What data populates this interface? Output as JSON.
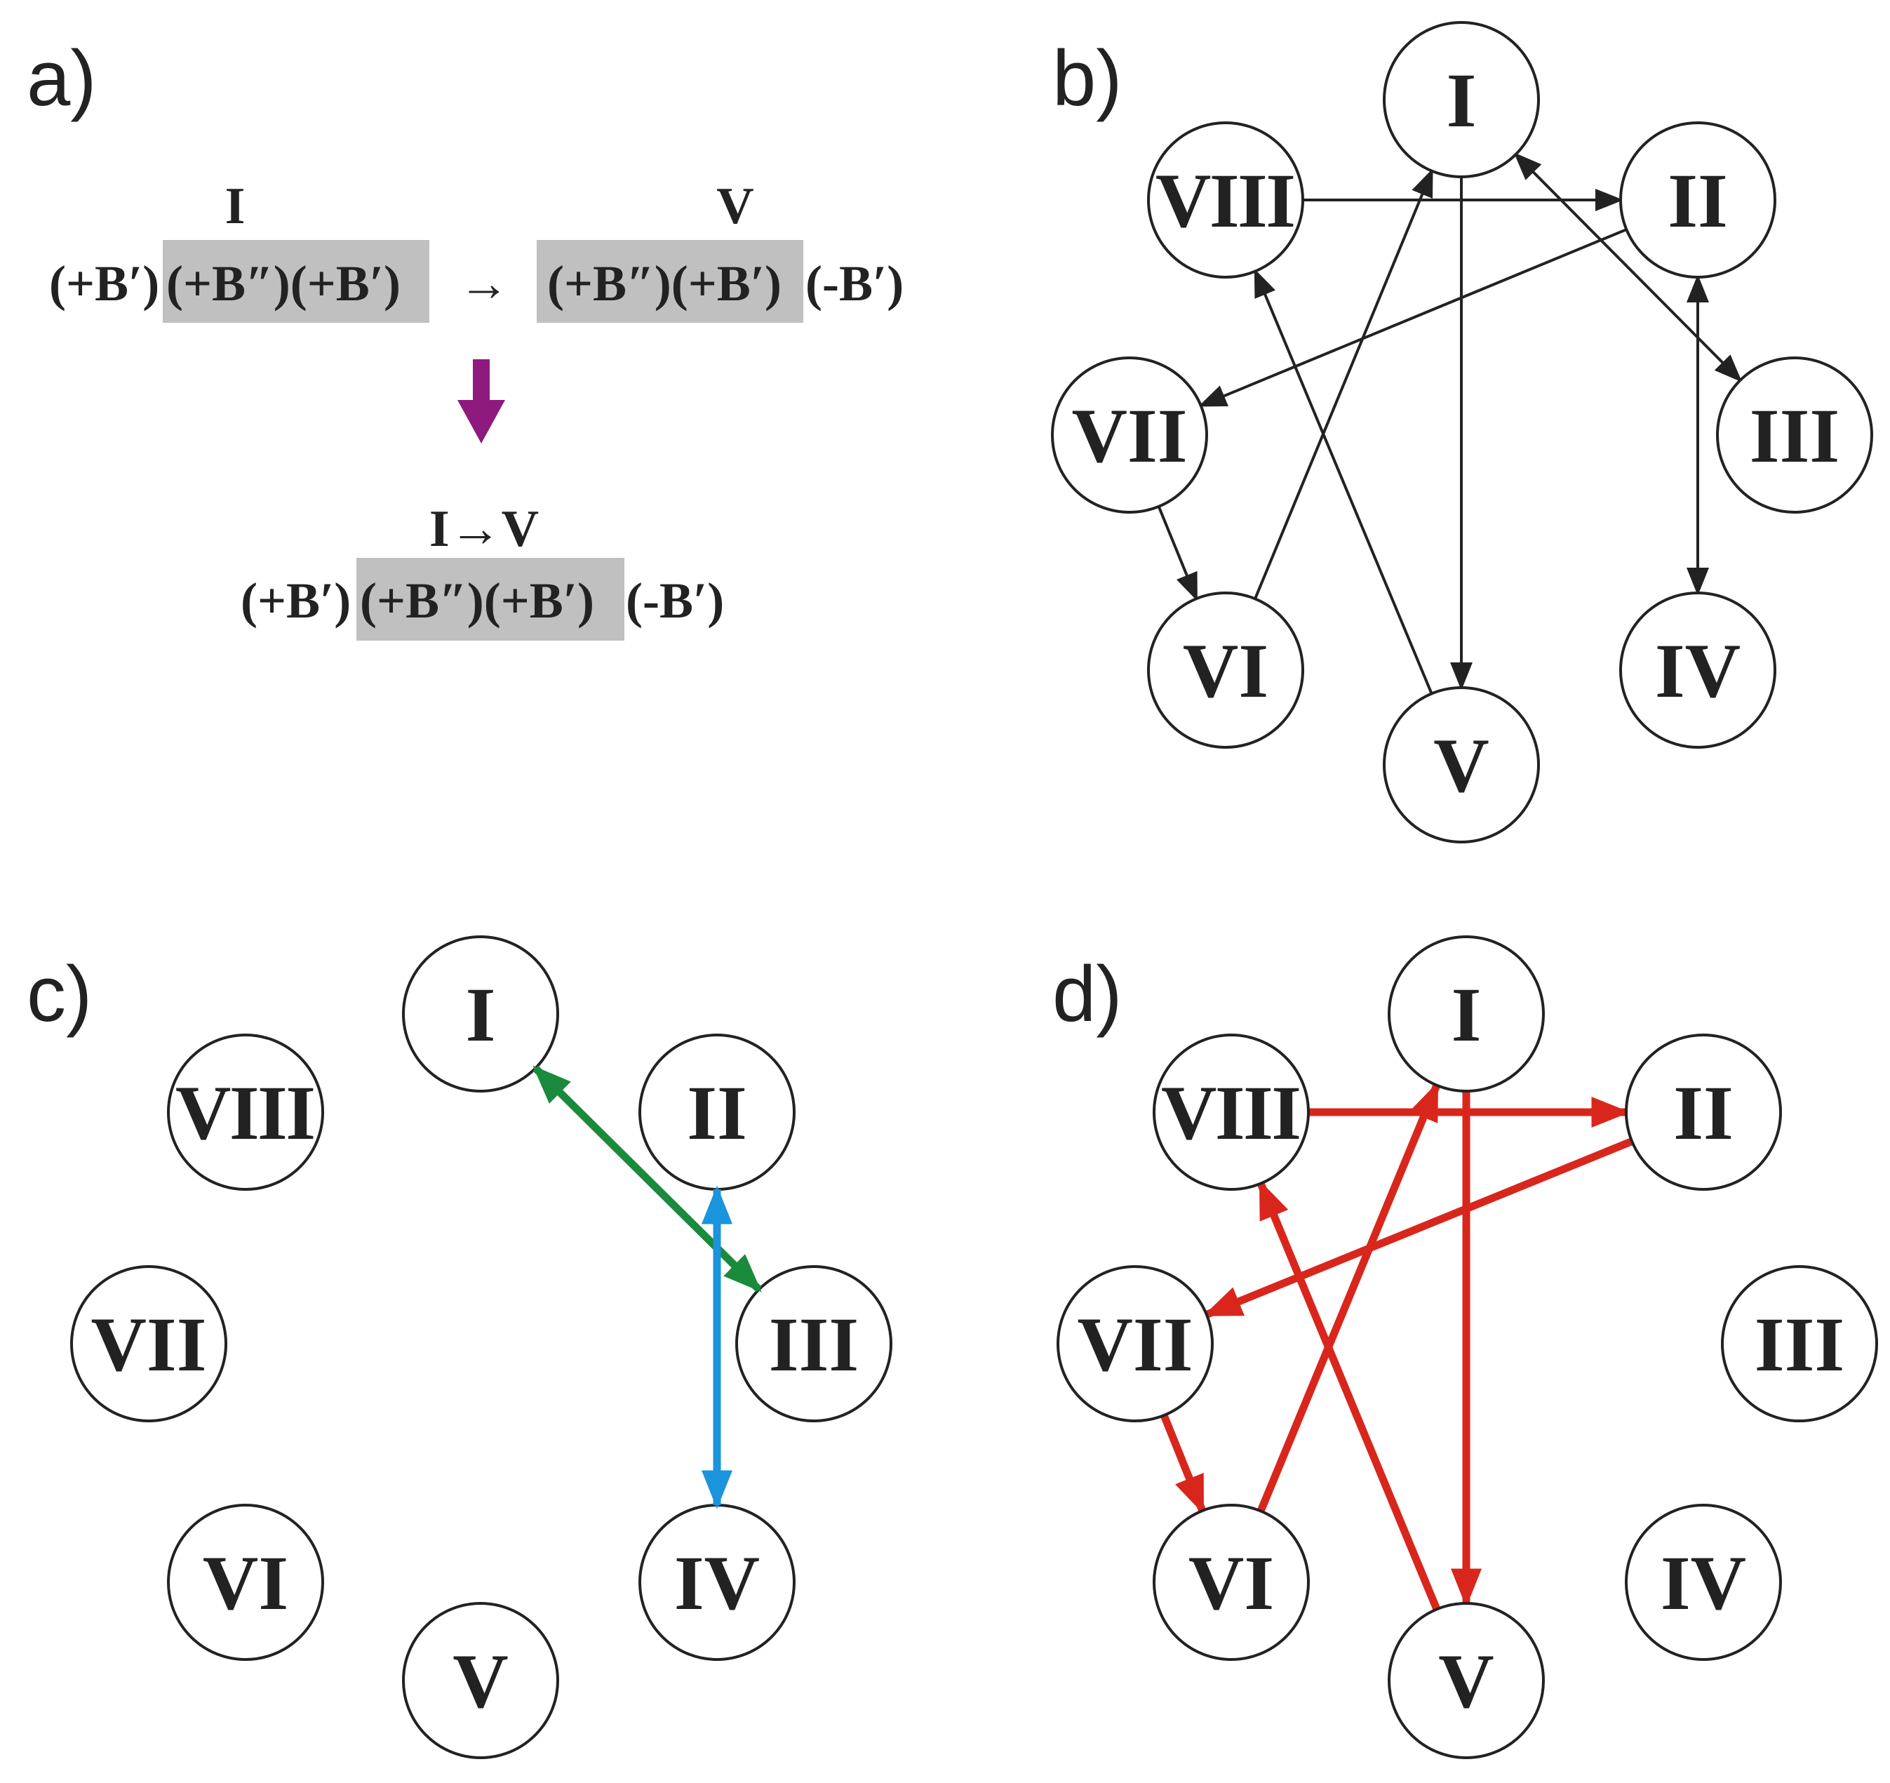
{
  "colors": {
    "ink": "#222222",
    "highlight": "#c0c0c0",
    "purple_arrow": "#8e1a7d",
    "green_edge": "#1a8a3c",
    "blue_edge": "#1a94dc",
    "red_edge": "#d9261c"
  },
  "panel_a": {
    "label": "a)",
    "state_from_label": "I",
    "state_to_label": "V",
    "seq1_pre": "(+B′)",
    "seq1_hl": "(+B″)(+B′)",
    "arrow": "→",
    "seq2_hl": "(+B″)(+B′)",
    "seq2_post": "(-B′)",
    "combined_label": "I→V",
    "seq3_pre": "(+B′)",
    "seq3_hl": "(+B″)(+B′)",
    "seq3_post": "(-B′)"
  },
  "panel_b": {
    "label": "b)",
    "nodes": {
      "I": "I",
      "II": "II",
      "III": "III",
      "IV": "IV",
      "V": "V",
      "VI": "VI",
      "VII": "VII",
      "VIII": "VIII"
    },
    "edges": [
      {
        "from": "VIII",
        "to": "II",
        "dir": "forward"
      },
      {
        "from": "I",
        "to": "III",
        "dir": "both"
      },
      {
        "from": "II",
        "to": "IV",
        "dir": "both"
      },
      {
        "from": "II",
        "to": "VII",
        "dir": "forward"
      },
      {
        "from": "VII",
        "to": "VI",
        "dir": "forward"
      },
      {
        "from": "VI",
        "to": "I",
        "dir": "forward"
      },
      {
        "from": "I",
        "to": "V",
        "dir": "forward"
      },
      {
        "from": "V",
        "to": "VIII",
        "dir": "forward"
      }
    ]
  },
  "panel_c": {
    "label": "c)",
    "nodes": {
      "I": "I",
      "II": "II",
      "III": "III",
      "IV": "IV",
      "V": "V",
      "VI": "VI",
      "VII": "VII",
      "VIII": "VIII"
    },
    "edges": [
      {
        "from": "I",
        "to": "III",
        "dir": "both",
        "color": "green_edge"
      },
      {
        "from": "II",
        "to": "IV",
        "dir": "both",
        "color": "blue_edge"
      }
    ]
  },
  "panel_d": {
    "label": "d)",
    "nodes": {
      "I": "I",
      "II": "II",
      "III": "III",
      "IV": "IV",
      "V": "V",
      "VI": "VI",
      "VII": "VII",
      "VIII": "VIII"
    },
    "edges": [
      {
        "from": "VIII",
        "to": "II",
        "dir": "forward",
        "color": "red_edge"
      },
      {
        "from": "II",
        "to": "VII",
        "dir": "forward",
        "color": "red_edge"
      },
      {
        "from": "VII",
        "to": "VI",
        "dir": "forward",
        "color": "red_edge"
      },
      {
        "from": "VI",
        "to": "I",
        "dir": "forward",
        "color": "red_edge"
      },
      {
        "from": "I",
        "to": "V",
        "dir": "forward",
        "color": "red_edge"
      },
      {
        "from": "V",
        "to": "VIII",
        "dir": "forward",
        "color": "red_edge"
      }
    ]
  }
}
